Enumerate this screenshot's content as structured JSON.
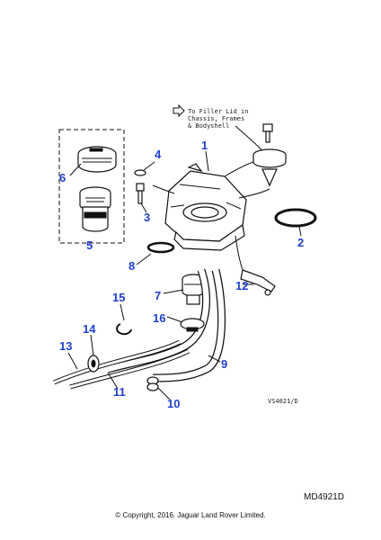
{
  "note": {
    "line1": "To Filler Lid in",
    "line2": "Chassis, Frames",
    "line3": "& Bodyshell"
  },
  "callouts": [
    "1",
    "2",
    "3",
    "4",
    "5",
    "6",
    "7",
    "8",
    "9",
    "10",
    "11",
    "12",
    "13",
    "14",
    "15",
    "16"
  ],
  "image_ref": "VS4021/D",
  "diagram_id": "MD4921D",
  "copyright": "© Copyright, 2016. Jaguar Land Rover Limited.",
  "colors": {
    "callout": "#1f3fd0",
    "line": "#111111"
  }
}
